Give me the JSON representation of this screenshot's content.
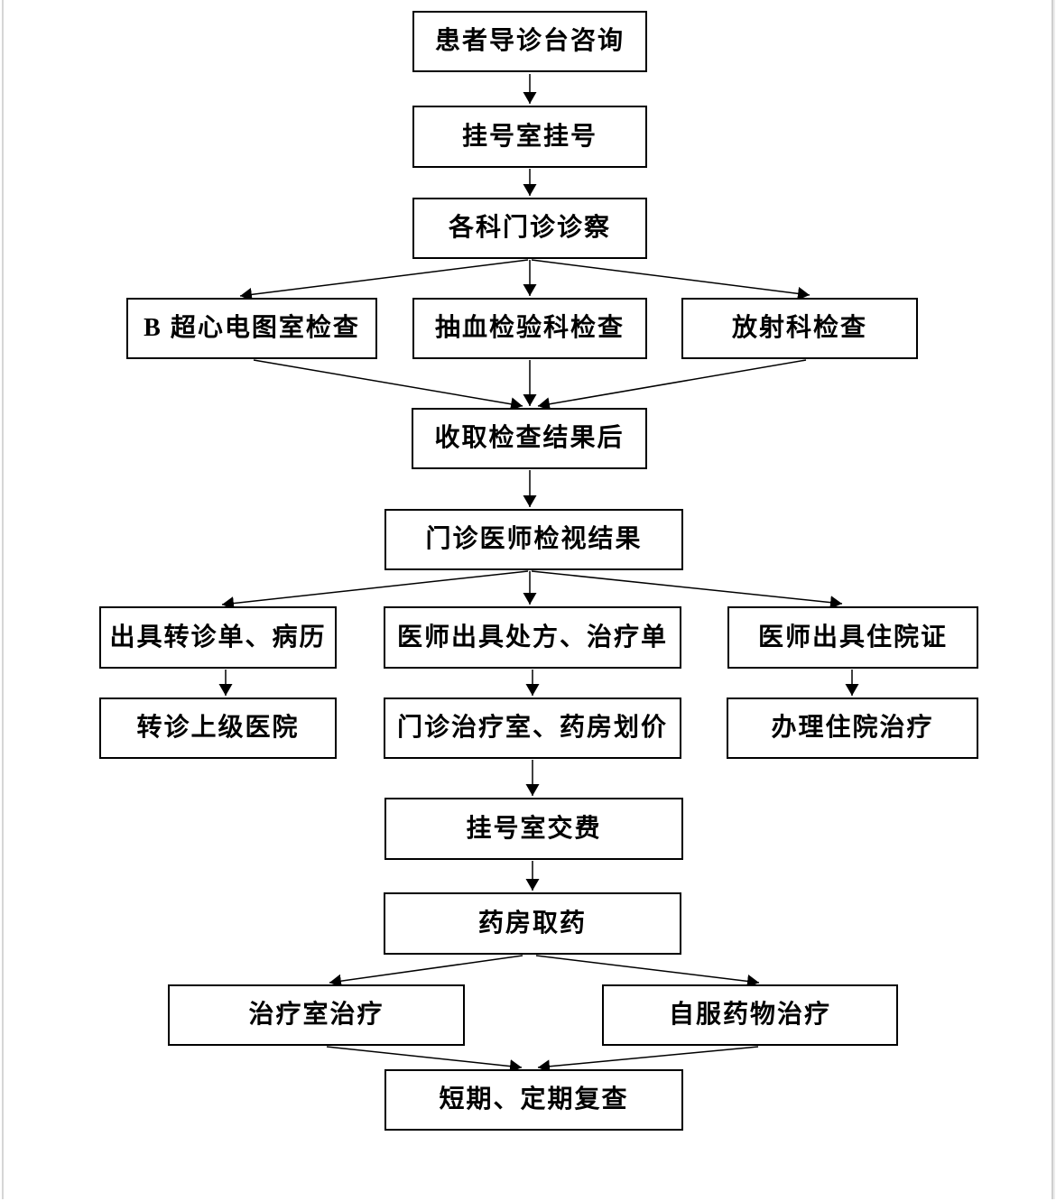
{
  "diagram": {
    "type": "flowchart",
    "language": "zh-CN",
    "background_color": "#ffffff",
    "box_fill_color": "#ffffff",
    "box_border_color": "#000000",
    "arrow_color": "#000000",
    "text_color": "#000000",
    "nodes": [
      {
        "id": "guide-desk-consult",
        "label": "患者导诊台咨询"
      },
      {
        "id": "registration",
        "label": "挂号室挂号"
      },
      {
        "id": "outpatient-exam",
        "label": "各科门诊诊察"
      },
      {
        "id": "ultrasound-ecg-check",
        "label": "B 超心电图室检查"
      },
      {
        "id": "blood-test-check",
        "label": "抽血检验科检查"
      },
      {
        "id": "radiology-check",
        "label": "放射科检查"
      },
      {
        "id": "collect-results",
        "label": "收取检查结果后"
      },
      {
        "id": "doctor-review-results",
        "label": "门诊医师检视结果"
      },
      {
        "id": "issue-referral",
        "label": "出具转诊单、病历"
      },
      {
        "id": "issue-prescription",
        "label": "医师出具处方、治疗单"
      },
      {
        "id": "issue-admission-cert",
        "label": "医师出具住院证"
      },
      {
        "id": "refer-upper-hospital",
        "label": "转诊上级医院"
      },
      {
        "id": "pricing",
        "label": "门诊治疗室、药房划价"
      },
      {
        "id": "handle-admission",
        "label": "办理住院治疗"
      },
      {
        "id": "pay-fee",
        "label": "挂号室交费"
      },
      {
        "id": "pharmacy-pickup",
        "label": "药房取药"
      },
      {
        "id": "treatment-room",
        "label": "治疗室治疗"
      },
      {
        "id": "self-medication",
        "label": "自服药物治疗"
      },
      {
        "id": "follow-up-review",
        "label": "短期、定期复查"
      }
    ],
    "edges": [
      {
        "from": "guide-desk-consult",
        "to": "registration"
      },
      {
        "from": "registration",
        "to": "outpatient-exam"
      },
      {
        "from": "outpatient-exam",
        "to": "ultrasound-ecg-check"
      },
      {
        "from": "outpatient-exam",
        "to": "blood-test-check"
      },
      {
        "from": "outpatient-exam",
        "to": "radiology-check"
      },
      {
        "from": "ultrasound-ecg-check",
        "to": "collect-results"
      },
      {
        "from": "blood-test-check",
        "to": "collect-results"
      },
      {
        "from": "radiology-check",
        "to": "collect-results"
      },
      {
        "from": "collect-results",
        "to": "doctor-review-results"
      },
      {
        "from": "doctor-review-results",
        "to": "issue-referral"
      },
      {
        "from": "doctor-review-results",
        "to": "issue-prescription"
      },
      {
        "from": "doctor-review-results",
        "to": "issue-admission-cert"
      },
      {
        "from": "issue-referral",
        "to": "refer-upper-hospital"
      },
      {
        "from": "issue-prescription",
        "to": "pricing"
      },
      {
        "from": "issue-admission-cert",
        "to": "handle-admission"
      },
      {
        "from": "pricing",
        "to": "pay-fee"
      },
      {
        "from": "pay-fee",
        "to": "pharmacy-pickup"
      },
      {
        "from": "pharmacy-pickup",
        "to": "treatment-room"
      },
      {
        "from": "pharmacy-pickup",
        "to": "self-medication"
      },
      {
        "from": "treatment-room",
        "to": "follow-up-review"
      },
      {
        "from": "self-medication",
        "to": "follow-up-review"
      }
    ]
  }
}
